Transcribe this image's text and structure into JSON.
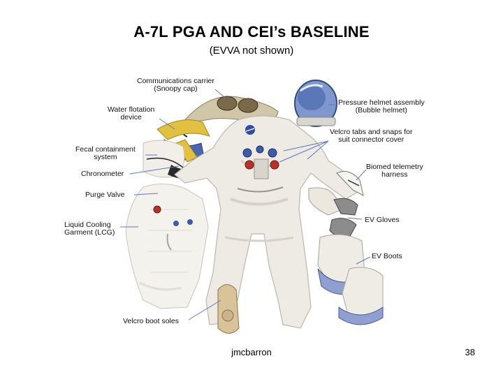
{
  "slide": {
    "title": "A-7L PGA AND CEI’s BASELINE",
    "subtitle": "(EVVA not shown)",
    "author": "jmcbarron",
    "page_number": "38"
  },
  "callouts": {
    "comm_carrier": {
      "line1": "Communications carrier",
      "line2": "(Snoopy cap)"
    },
    "water_flotation": {
      "line1": "Water flotation",
      "line2": "device"
    },
    "fecal_containment": {
      "line1": "Fecal containment",
      "line2": "system"
    },
    "chronometer": "Chronometer",
    "purge_valve": "Purge Valve",
    "lcg": {
      "line1": "Liquid Cooling",
      "line2": "Garment (LCG)"
    },
    "velcro_soles": "Velcro boot soles",
    "pressure_helmet": {
      "line1": "Pressure helmet assembly",
      "line2": "(Bubble helmet)"
    },
    "velcro_tabs": {
      "line1": "Velcro tabs and snaps for",
      "line2": "suit connector cover"
    },
    "biomed": {
      "line1": "Biomed telemetry",
      "line2": "harness"
    },
    "ev_gloves": "EV Gloves",
    "ev_boots": "EV Boots"
  },
  "colors": {
    "suit_white": "#eeeae4",
    "suit_shade": "#d6d2ca",
    "helmet_blue": "#5a78b8",
    "boot_blue": "#8f9fd0",
    "connector_blue": "#3c5ba8",
    "connector_red": "#b8322c",
    "leader_line": "#5a78c8",
    "strap_yellow": "#e2c040"
  },
  "icons": {
    "nasa_patch": "nasa-logo"
  }
}
